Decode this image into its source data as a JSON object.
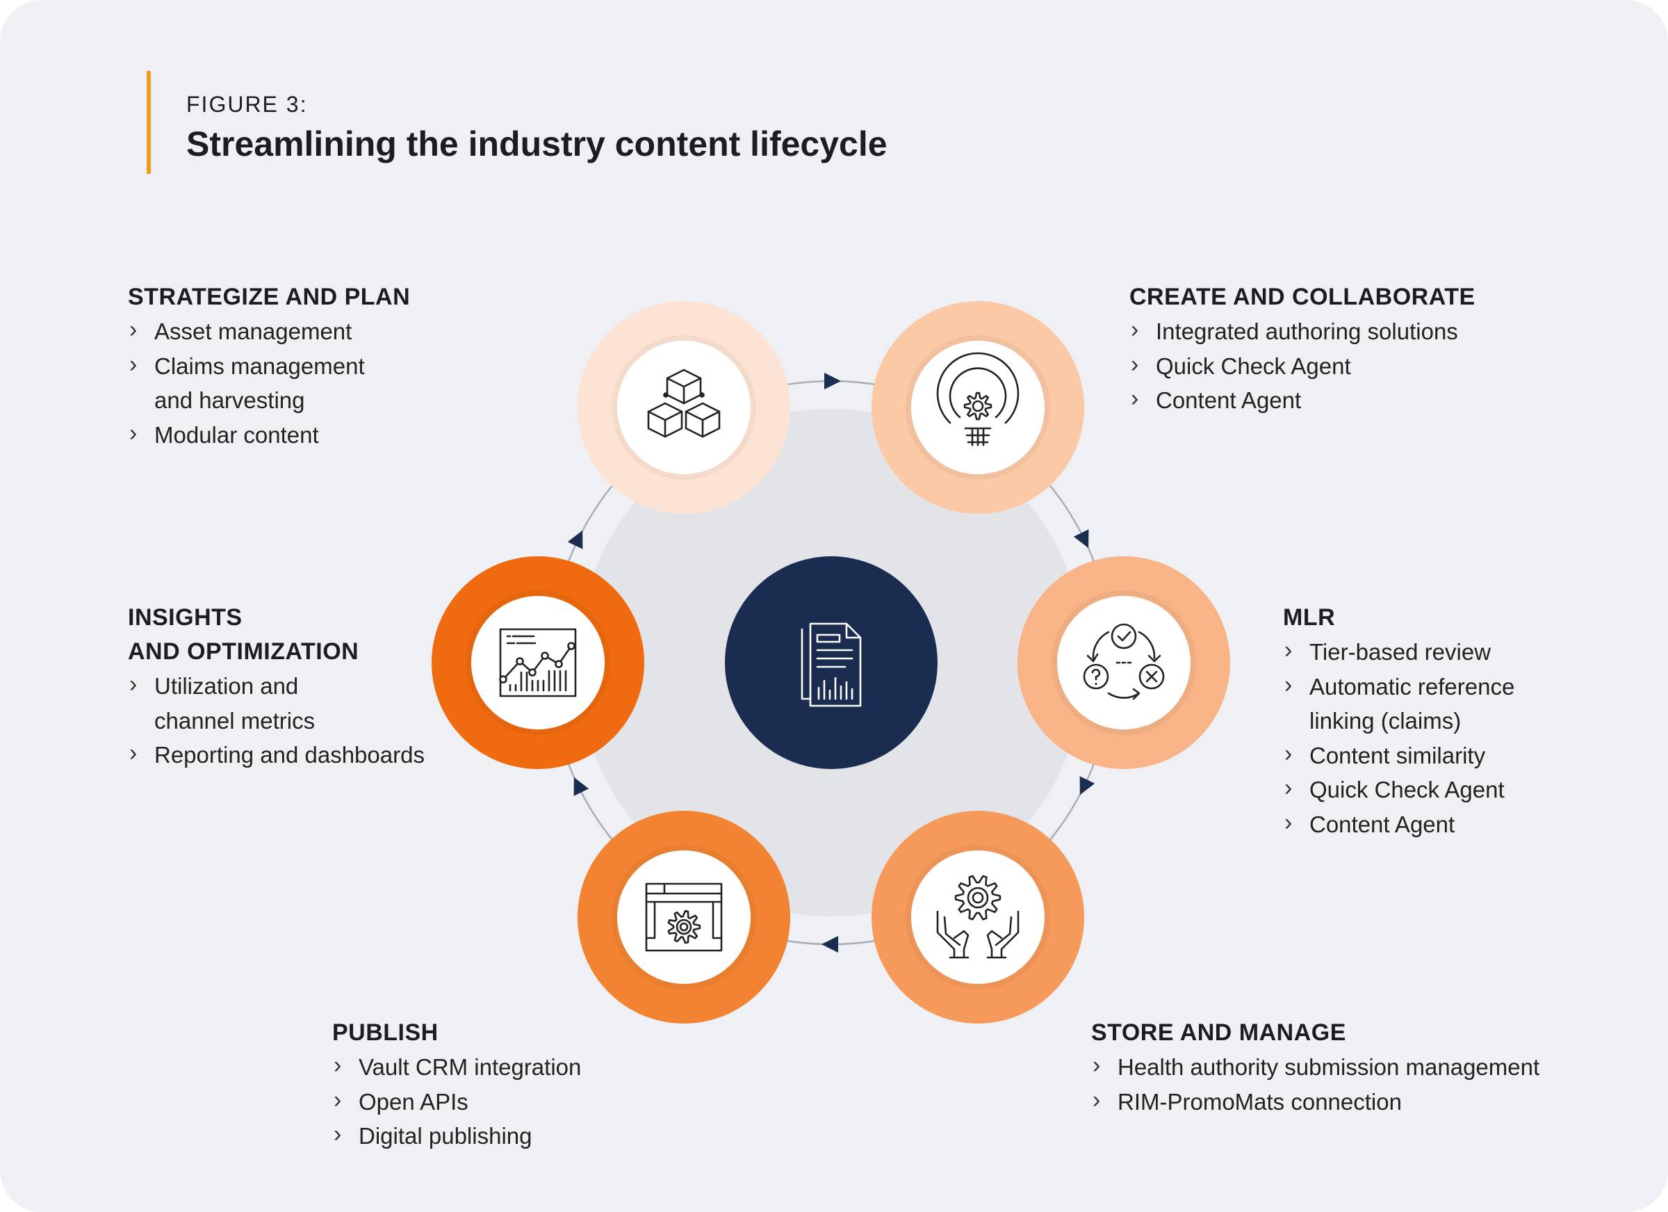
{
  "figure_label": "FIGURE 3:",
  "figure_title": "Streamlining the industry content lifecycle",
  "colors": {
    "background": "#eff0f3",
    "accent": "#f29b1d",
    "center_disc": "#1b2c51",
    "arrow": "#1b2c51",
    "stage_fills": [
      "#fde3d3",
      "#fbc9a6",
      "#f8b386",
      "#f69a5b",
      "#f28332",
      "#f06a10"
    ]
  },
  "center": {
    "icon": "document-report-icon"
  },
  "stages": [
    {
      "id": "strategize",
      "title_lines": [
        "STRATEGIZE AND PLAN"
      ],
      "icon": "cubes-icon",
      "items": [
        [
          "Asset management"
        ],
        [
          "Claims management",
          "and harvesting"
        ],
        [
          "Modular content"
        ]
      ]
    },
    {
      "id": "create",
      "title_lines": [
        "CREATE AND COLLABORATE"
      ],
      "icon": "lightbulb-gear-icon",
      "items": [
        [
          "Integrated authoring solutions"
        ],
        [
          "Quick Check Agent"
        ],
        [
          "Content Agent"
        ]
      ]
    },
    {
      "id": "mlr",
      "title_lines": [
        "MLR"
      ],
      "icon": "review-cycle-icon",
      "items": [
        [
          "Tier-based review"
        ],
        [
          "Automatic reference",
          "linking (claims)"
        ],
        [
          "Content similarity"
        ],
        [
          "Quick Check Agent"
        ],
        [
          "Content Agent"
        ]
      ]
    },
    {
      "id": "store",
      "title_lines": [
        "STORE AND MANAGE"
      ],
      "icon": "hands-gear-icon",
      "items": [
        [
          "Health authority submission management"
        ],
        [
          "RIM-PromoMats connection"
        ]
      ]
    },
    {
      "id": "publish",
      "title_lines": [
        "PUBLISH"
      ],
      "icon": "browser-gear-icon",
      "items": [
        [
          "Vault CRM integration"
        ],
        [
          "Open APIs"
        ],
        [
          "Digital publishing"
        ]
      ]
    },
    {
      "id": "insights",
      "title_lines": [
        "INSIGHTS",
        "AND OPTIMIZATION"
      ],
      "icon": "analytics-chart-icon",
      "items": [
        [
          "Utilization and",
          "channel metrics"
        ],
        [
          "Reporting and dashboards"
        ]
      ]
    }
  ]
}
